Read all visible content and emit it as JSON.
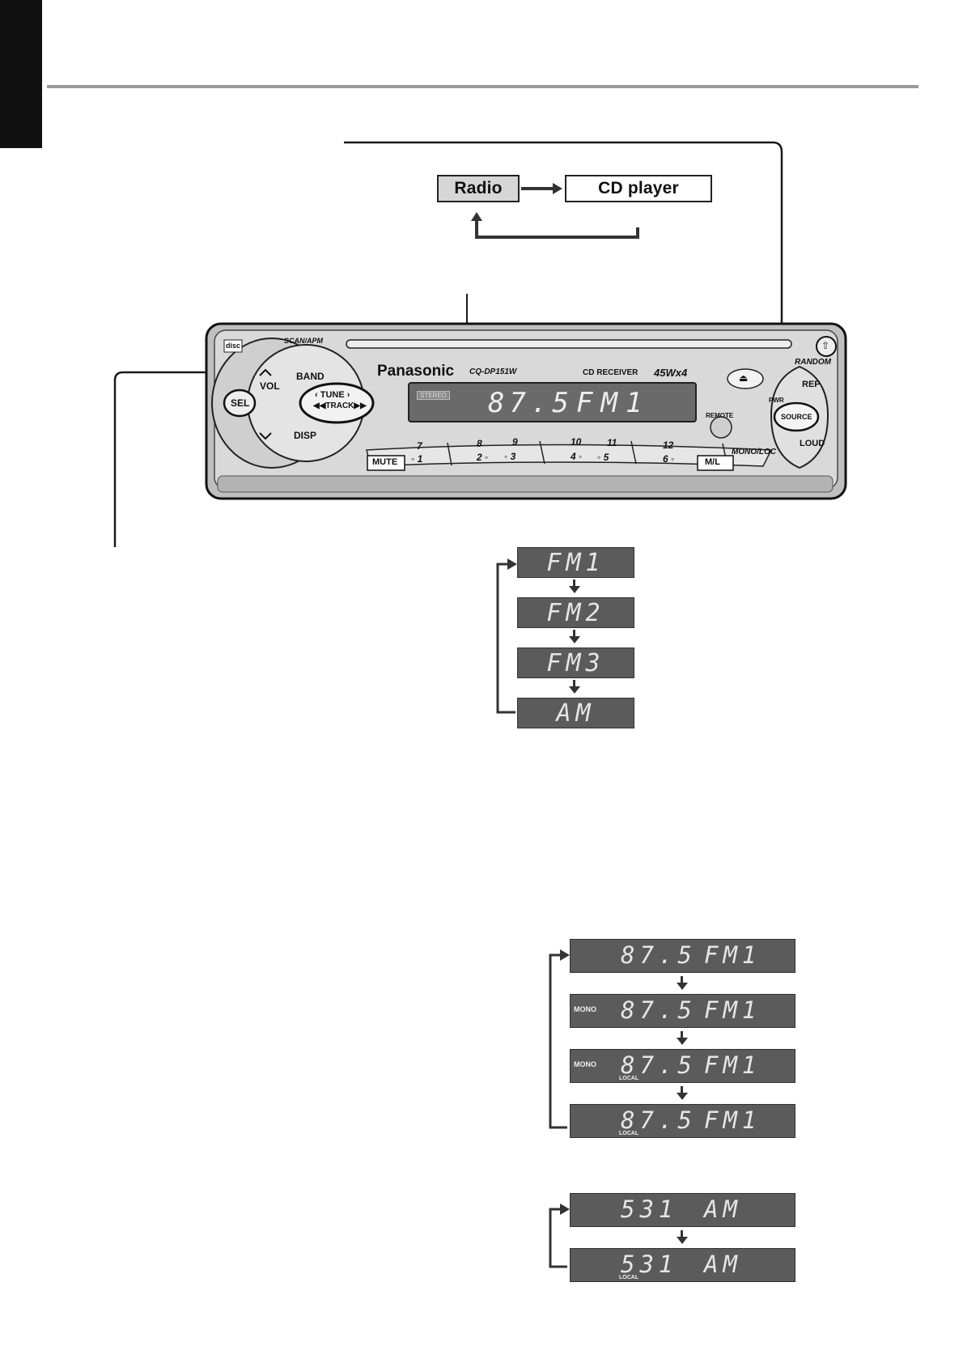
{
  "source_flow": {
    "radio": "Radio",
    "cd_player": "CD player"
  },
  "head_unit": {
    "logo": "Panasonic",
    "model": "CQ-DP151W",
    "receiver": "CD RECEIVER",
    "power": "45Wx4",
    "display_stereo": "STEREO",
    "display_freq": "87.5",
    "display_band": "FM1",
    "scan_apm": "SCAN/APM",
    "vol": "VOL",
    "band": "BAND",
    "sel": "SEL",
    "tune": "TUNE",
    "track": "TRACK",
    "disp": "DISP",
    "random": "RANDOM",
    "rep": "REP",
    "pwr": "PWR",
    "source": "SOURCE",
    "loud": "LOUD",
    "remote": "REMOTE",
    "mute": "MUTE",
    "ml": "M/L",
    "mono_loc": "MONO/LOC",
    "presets_top": [
      "7",
      "8",
      "9",
      "10",
      "11",
      "12"
    ],
    "presets_bottom": [
      "1",
      "2",
      "3",
      "4",
      "5",
      "6"
    ],
    "icons": {
      "eject": "eject-icon",
      "open": "open-panel-icon",
      "cd_logo": "compact-disc-logo"
    }
  },
  "band_cycle": [
    "FM1",
    "FM2",
    "FM3",
    "AM"
  ],
  "fm_cycle": [
    {
      "freq": "87.5",
      "band": "FM1",
      "mono": "",
      "local": ""
    },
    {
      "freq": "87.5",
      "band": "FM1",
      "mono": "MONO",
      "local": ""
    },
    {
      "freq": "87.5",
      "band": "FM1",
      "mono": "MONO",
      "local": "LOCAL"
    },
    {
      "freq": "87.5",
      "band": "FM1",
      "mono": "",
      "local": "LOCAL"
    }
  ],
  "am_cycle": [
    {
      "freq": "531",
      "band": "AM",
      "local": ""
    },
    {
      "freq": "531",
      "band": "AM",
      "local": "LOCAL"
    }
  ]
}
